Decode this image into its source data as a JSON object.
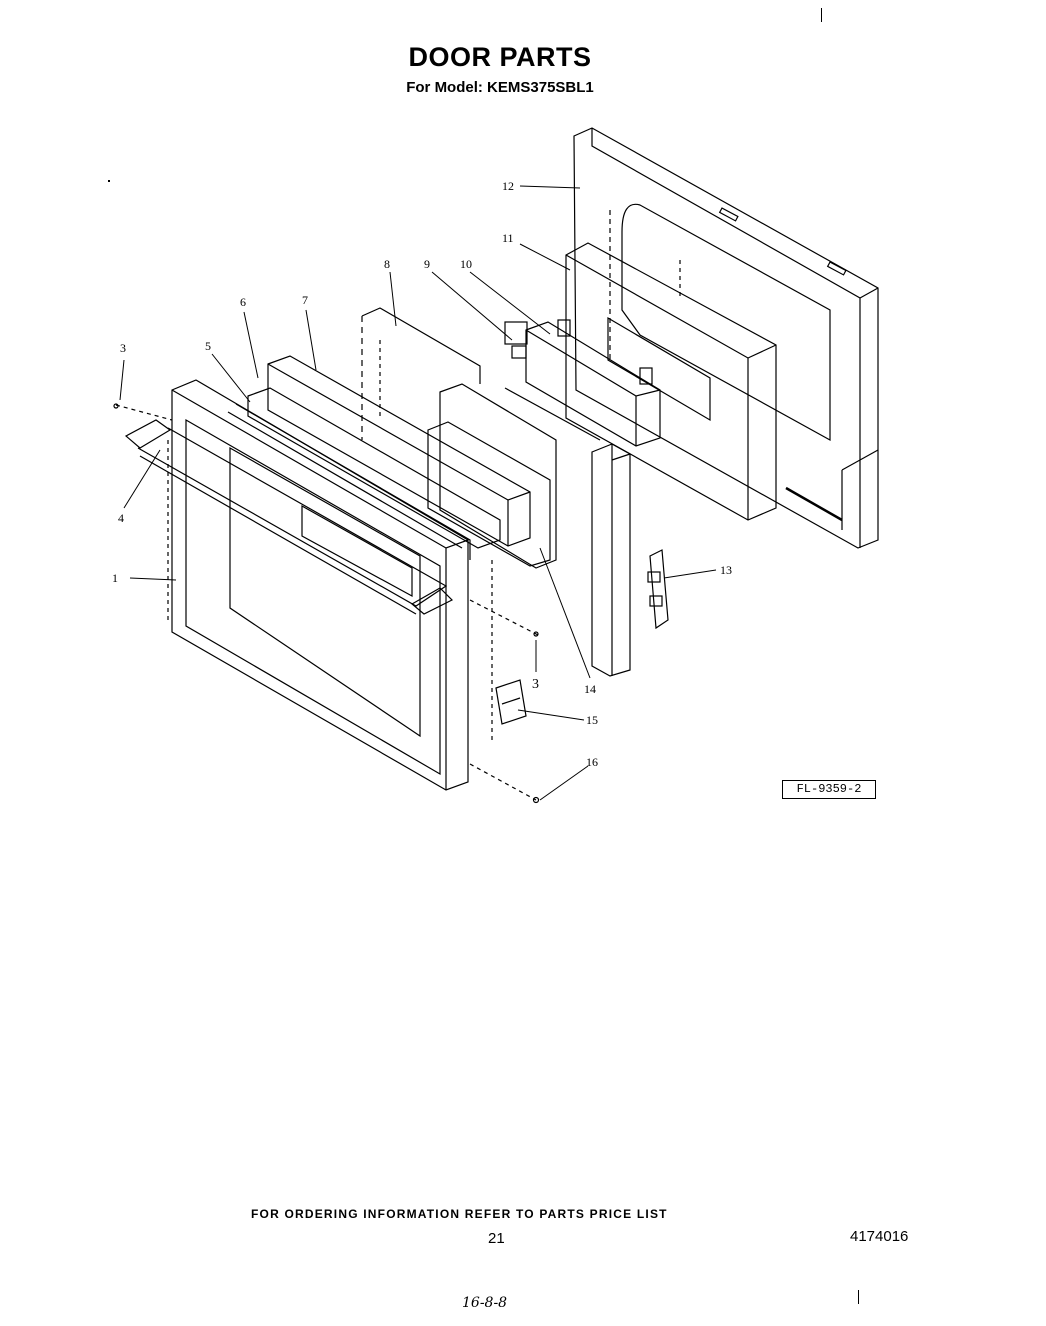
{
  "header": {
    "title": "DOOR PARTS",
    "model_line": "For Model: KEMS375SBL1"
  },
  "callouts": [
    "1",
    "3",
    "4",
    "5",
    "6",
    "7",
    "8",
    "9",
    "10",
    "11",
    "12",
    "3",
    "14",
    "13",
    "15",
    "16"
  ],
  "plate_id": "FL-9359-2",
  "footer": {
    "ordering_note": "FOR ORDERING INFORMATION REFER TO PARTS PRICE LIST",
    "page_number": "21",
    "document_number": "4174016",
    "handwritten_note": "16-8-8"
  }
}
